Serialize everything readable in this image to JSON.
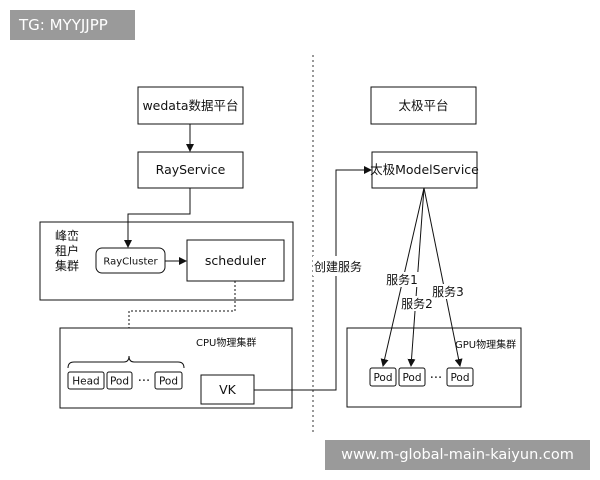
{
  "watermarks": {
    "top_left": "TG: MYYJJPP",
    "bottom_right": "www.m-global-main-kaiyun.com"
  },
  "left": {
    "wedata": "wedata数据平台",
    "rayservice": "RayService",
    "tenant_line1": "峰峦",
    "tenant_line2": "租户",
    "tenant_line3": "集群",
    "raycluster": "RayCluster",
    "scheduler": "scheduler",
    "cpu_cluster": "CPU物理集群",
    "head": "Head",
    "pod": "Pod",
    "ellipsis": "···",
    "vk": "VK"
  },
  "middle": {
    "create_service": "创建服务"
  },
  "right": {
    "taiji_platform": "太极平台",
    "model_service": "太极ModelService",
    "service1": "服务1",
    "service2": "服务2",
    "service3": "服务3",
    "gpu_cluster": "GPU物理集群",
    "pod": "Pod",
    "ellipsis": "···"
  }
}
